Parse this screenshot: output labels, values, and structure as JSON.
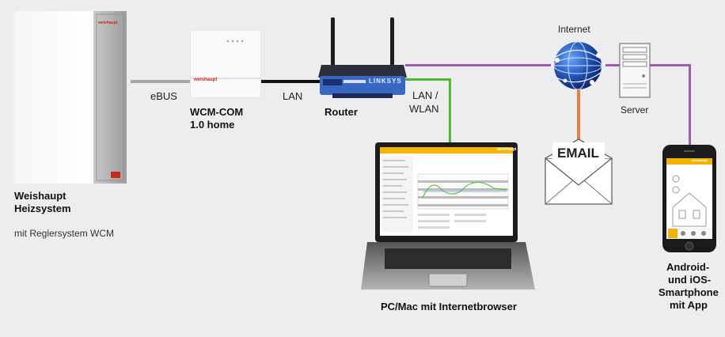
{
  "colors": {
    "background": "#ecedee",
    "ebus_line": "#a8a8a8",
    "lan_line": "#111111",
    "wlan_line": "#4dbb2b",
    "internet_line": "#a35ab0",
    "email_line": "#ef7c3a",
    "brand_red": "#c8281e",
    "app_yellow": "#f2b400"
  },
  "heating": {
    "brand": "weishaupt",
    "title_line1": "Weishaupt",
    "title_line2": "Heizsystem",
    "subtitle": "mit Reglersystem WCM"
  },
  "wcm": {
    "brand": "weishaupt",
    "title_line1": "WCM-COM",
    "title_line2": "1.0 home"
  },
  "router": {
    "title": "Router",
    "brand": "LINKSYS"
  },
  "links": {
    "ebus": "eBUS",
    "lan": "LAN",
    "lan_wlan_line1": "LAN /",
    "lan_wlan_line2": "WLAN"
  },
  "internet": {
    "label": "Internet"
  },
  "server": {
    "label": "Server"
  },
  "email": {
    "label": "EMAIL"
  },
  "laptop": {
    "caption": "PC/Mac mit Internetbrowser",
    "screen_brand": "weishaupt"
  },
  "phone": {
    "caption_line1": "Android-",
    "caption_line2": "und iOS-",
    "caption_line3": "Smartphone",
    "caption_line4": "mit App",
    "screen_brand": "weishaupt"
  }
}
